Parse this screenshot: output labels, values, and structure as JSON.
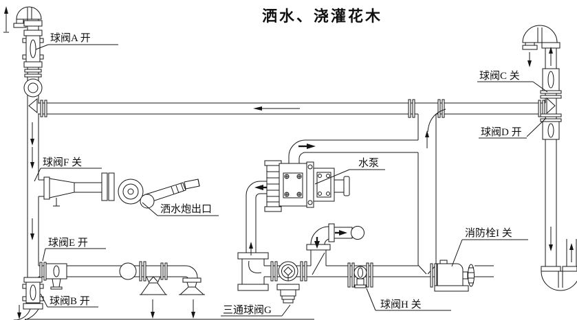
{
  "title": "洒水、浇灌花木",
  "labels": {
    "valve_a": "球阀A 开",
    "valve_b": "球阀B 开",
    "valve_c": "球阀C 关",
    "valve_d": "球阀D 开",
    "valve_e": "球阀E 开",
    "valve_f": "球阀F 关",
    "valve_g": "三通球阀G",
    "valve_h": "球阀H 关",
    "hydrant_i": "消防栓I 关",
    "pump": "水泵",
    "cannon_outlet": "洒水炮出口"
  },
  "colors": {
    "line": "#151515",
    "background": "#ffffff"
  }
}
